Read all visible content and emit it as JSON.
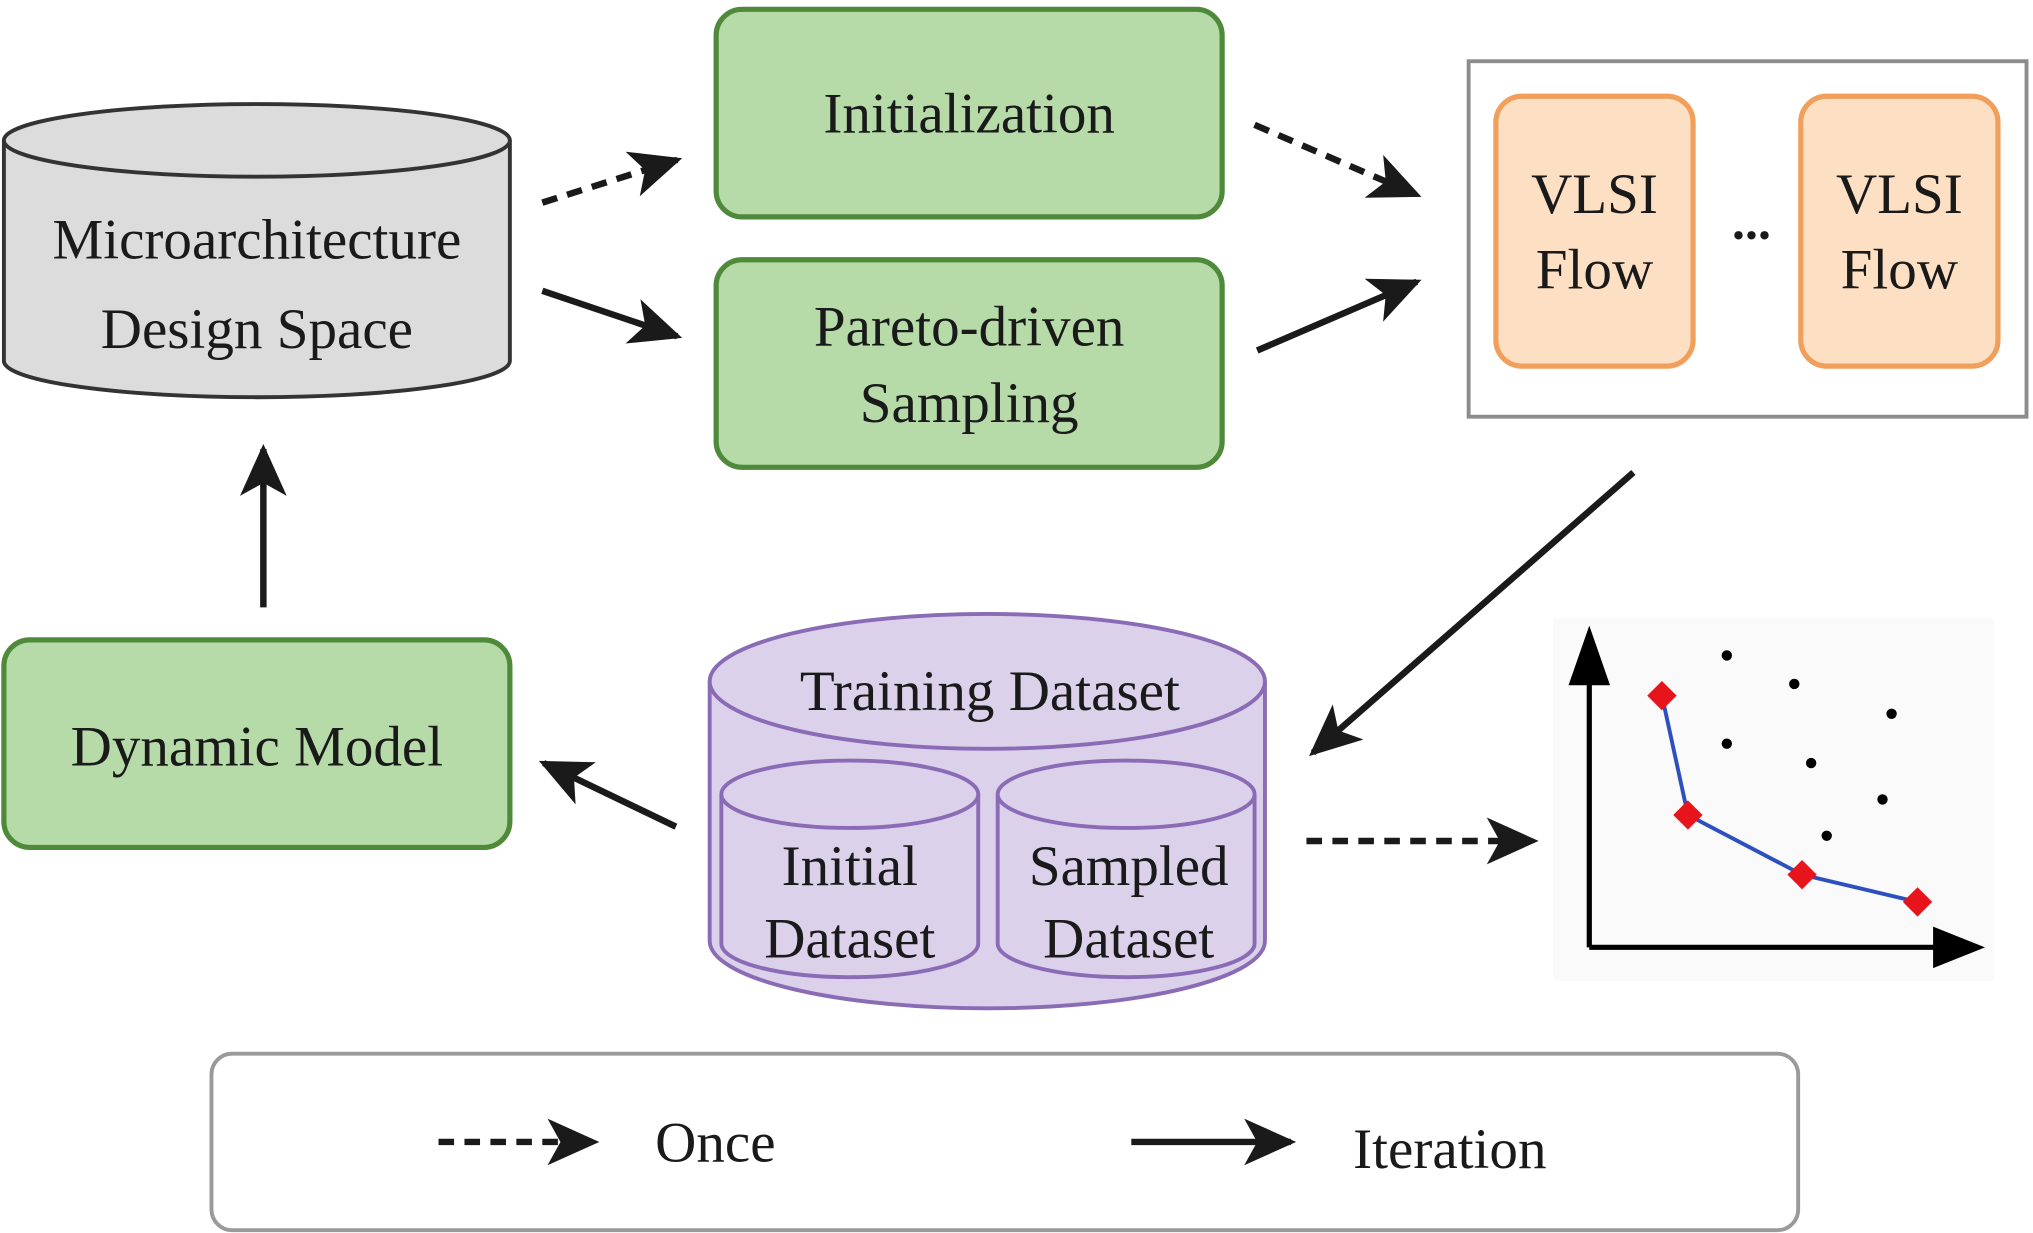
{
  "design_space": {
    "line1": "Microarchitecture",
    "line2": "Design Space"
  },
  "initialization": {
    "label": "Initialization"
  },
  "pareto_sampling": {
    "line1": "Pareto-driven",
    "line2": "Sampling"
  },
  "vlsi": {
    "flow1_line1": "VLSI",
    "flow1_line2": "Flow",
    "ellipsis": "...",
    "flow2_line1": "VLSI",
    "flow2_line2": "Flow"
  },
  "training_dataset": {
    "title": "Training Dataset",
    "initial_line1": "Initial",
    "initial_line2": "Dataset",
    "sampled_line1": "Sampled",
    "sampled_line2": "Dataset"
  },
  "dynamic_model": {
    "label": "Dynamic Model"
  },
  "legend": {
    "once_label": "Once",
    "iteration_label": "Iteration"
  },
  "colors": {
    "green_fill": "#b6dba8",
    "green_stroke": "#4e8a3a",
    "gray_fill": "#dcdcdc",
    "orange_fill": "#fde0c4",
    "orange_stroke": "#f1a05c",
    "purple_fill": "#dcd1ea",
    "purple_stroke": "#8a6bb5",
    "pareto_red": "#e8141c",
    "pareto_line": "#2e4fbf"
  }
}
